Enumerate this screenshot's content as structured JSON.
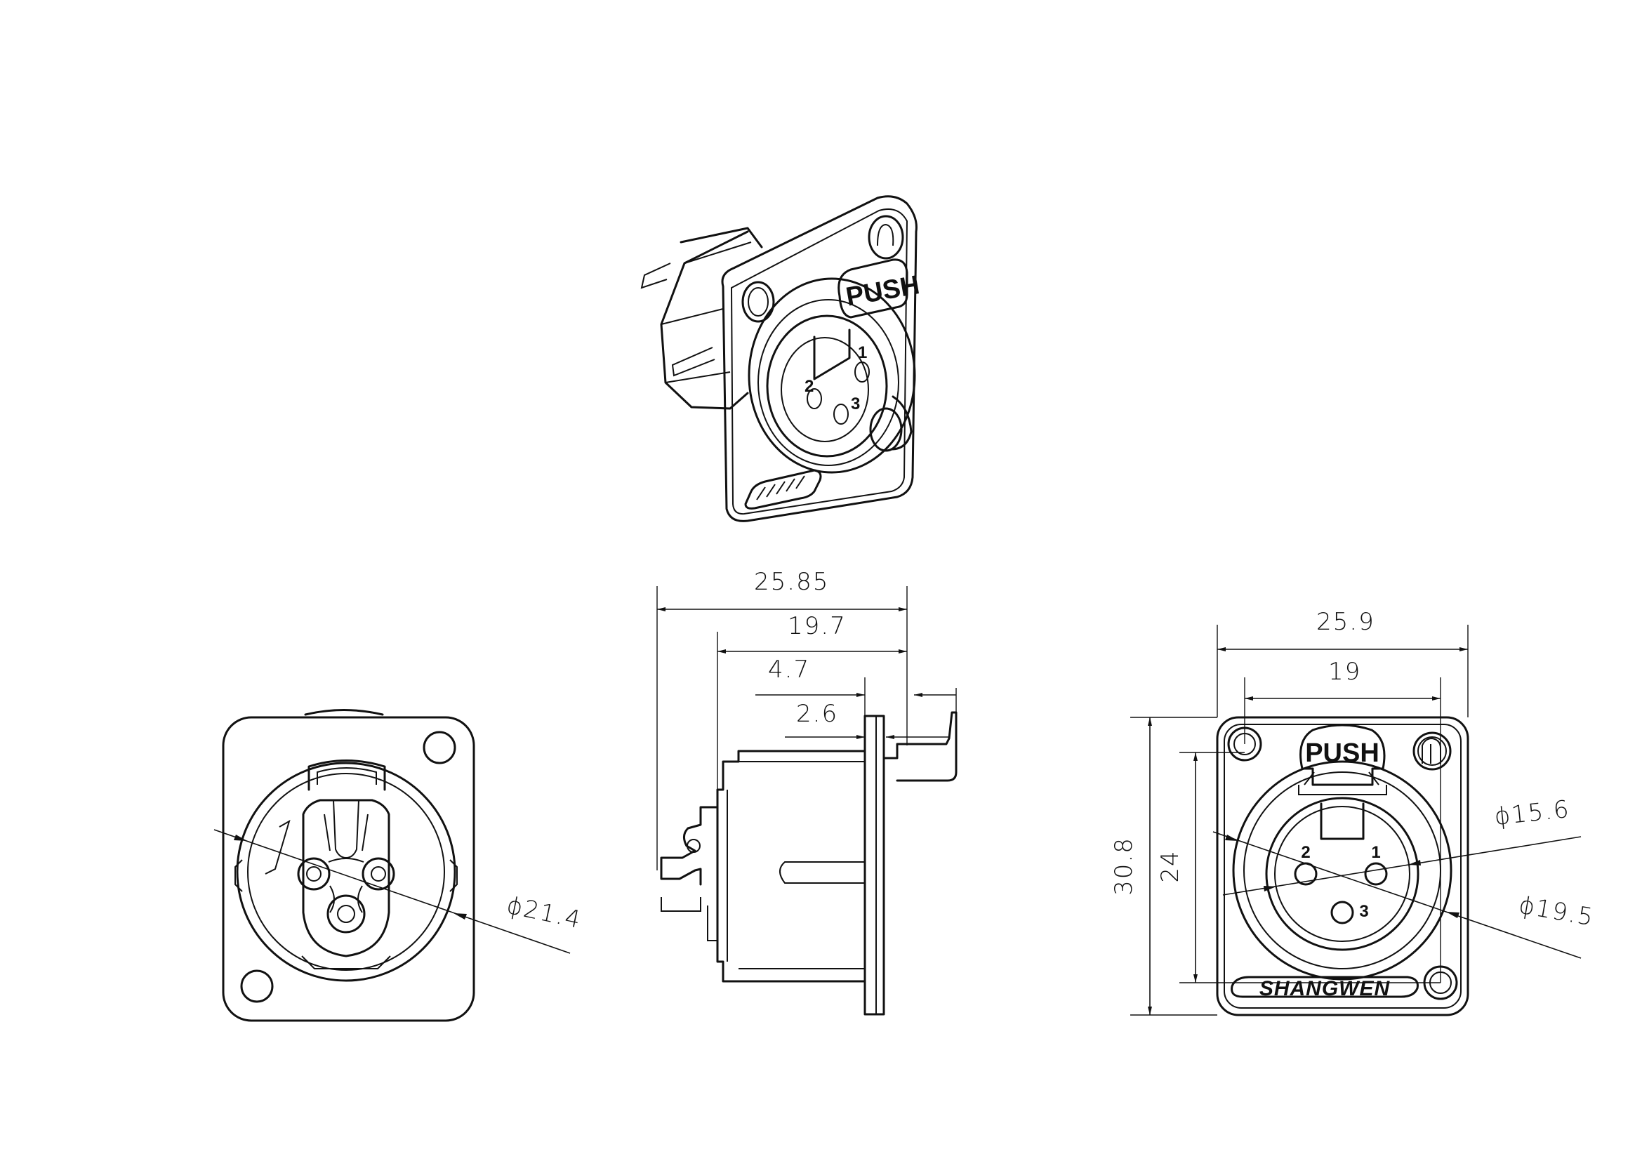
{
  "iso_view": {
    "push_label": "PUSH",
    "pin_labels": [
      "1",
      "2",
      "3"
    ]
  },
  "rear_view": {
    "dims": {
      "diameter": "ϕ21.4"
    }
  },
  "side_view": {
    "dims": {
      "overall_depth": "25.85",
      "body_depth": "19.7",
      "tail_length": "4.7",
      "flange_thickness": "2.6"
    }
  },
  "front_view": {
    "push_label": "PUSH",
    "brand_label": "SHANGWEN",
    "pin_labels": [
      "1",
      "2",
      "3"
    ],
    "dims": {
      "flange_width": "25.9",
      "hole_spacing_h": "19",
      "flange_height": "30.8",
      "hole_spacing_v": "24",
      "inner_diameter": "ϕ15.6",
      "outer_diameter": "ϕ19.5"
    }
  }
}
